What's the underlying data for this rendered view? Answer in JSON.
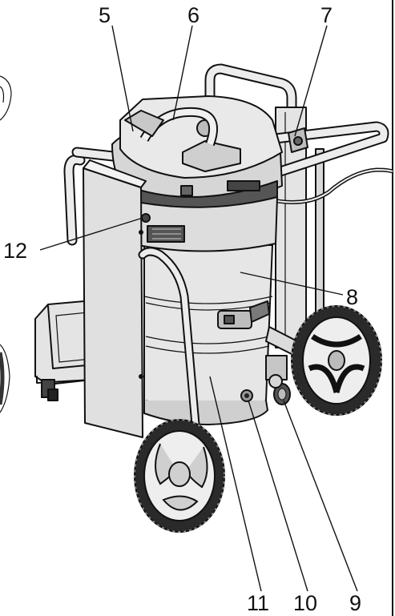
{
  "callouts": {
    "c5": "5",
    "c6": "6",
    "c7": "7",
    "c8": "8",
    "c9": "9",
    "c10": "10",
    "c11": "11",
    "c12": "12"
  },
  "colors": {
    "outline": "#111111",
    "body_fill": "#e6e6e6",
    "dark_part": "#8a8a8a",
    "wheel_tread": "#2a2a2a",
    "background": "#ffffff"
  }
}
